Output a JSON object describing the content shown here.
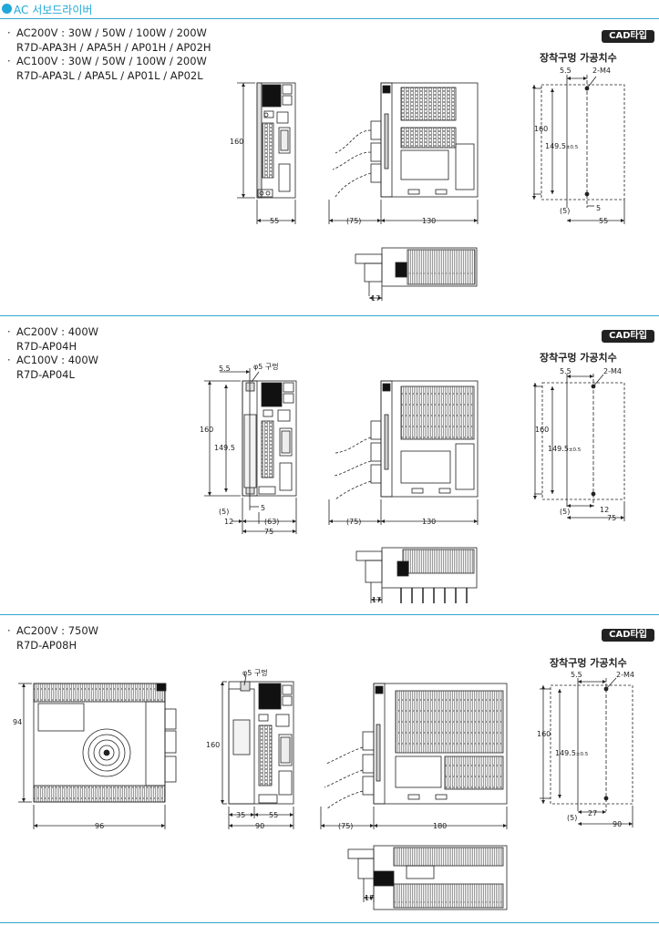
{
  "section_title": "AC 서보드라이버",
  "cad_label": "CAD타입",
  "cutout_title": "장착구멍 가공치수",
  "rows": [
    {
      "specs": [
        {
          "bullet": "·",
          "line1": "AC200V : 30W / 50W / 100W / 200W",
          "line2": "R7D-APA3H / APA5H / AP01H / AP02H"
        },
        {
          "bullet": "·",
          "line1": "AC100V : 30W / 50W / 100W / 200W",
          "line2": "R7D-APA3L / APA5L / AP01L / AP02L"
        }
      ],
      "front": {
        "height": "160",
        "width": "55"
      },
      "side": {
        "cable": "(75)",
        "depth": "130"
      },
      "top": {
        "dim": "17"
      },
      "cutout": {
        "top_offset": "5.5",
        "screw": "2-M4",
        "height": "160",
        "pitch": "149.5",
        "tol": "±0.5",
        "bottom": "(5)",
        "side": "5",
        "width": "55"
      }
    },
    {
      "specs": [
        {
          "bullet": "·",
          "line1": "AC200V : 400W",
          "line2": "R7D-AP04H"
        },
        {
          "bullet": "·",
          "line1": "AC100V : 400W",
          "line2": "R7D-AP04L"
        }
      ],
      "front": {
        "top_offset": "5.5",
        "hole": "φ5 구멍",
        "height": "160",
        "pitch": "149.5",
        "bottom": "(5)",
        "side": "5",
        "left": "12",
        "mid": "(63)",
        "width": "75"
      },
      "side": {
        "cable": "(75)",
        "depth": "130"
      },
      "top": {
        "dim": "17"
      },
      "cutout": {
        "top_offset": "5.5",
        "screw": "2-M4",
        "height": "160",
        "pitch": "149.5",
        "tol": "±0.5",
        "bottom": "(5)",
        "side": "12",
        "width": "75"
      }
    },
    {
      "specs": [
        {
          "bullet": "·",
          "line1": "AC200V : 750W",
          "line2": "R7D-AP08H"
        }
      ],
      "back": {
        "height": "94",
        "width": "96"
      },
      "front": {
        "hole": "φ5 구멍",
        "height": "160",
        "left": "35",
        "right": "55",
        "width": "90"
      },
      "side": {
        "cable": "(75)",
        "depth": "180"
      },
      "top": {
        "dim": "17"
      },
      "cutout": {
        "top_offset": "5.5",
        "screw": "2-M4",
        "height": "160",
        "pitch": "149.5",
        "tol": "±0.5",
        "bottom": "(5)",
        "side": "27",
        "width": "90"
      }
    }
  ]
}
